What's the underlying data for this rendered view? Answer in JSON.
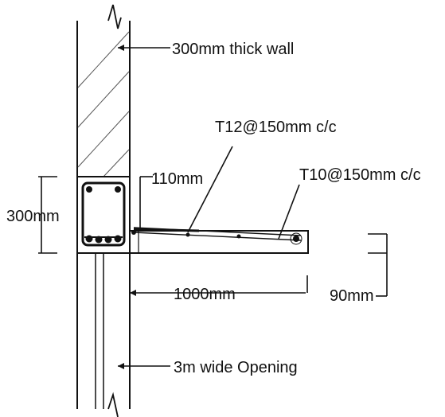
{
  "labels": {
    "wall": "300mm thick wall",
    "top_bar": "T12@150mm c/c",
    "bottom_bar": "T10@150mm c/c",
    "beam_depth": "300mm",
    "slab_gap": "110mm",
    "span": "1000mm",
    "slab_thickness": "90mm",
    "opening": "3m wide Opening"
  },
  "colors": {
    "line": "#111111",
    "hatch": "#555555",
    "background": "#ffffff"
  }
}
